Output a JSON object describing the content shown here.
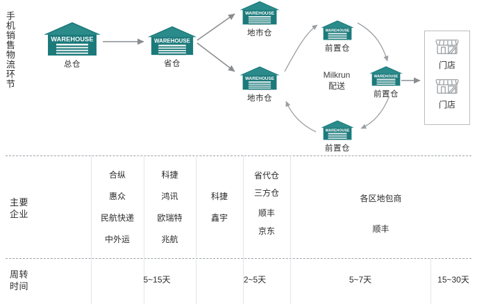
{
  "diagram": {
    "side_label": "手机销售物流环节",
    "center_text_line1": "Milkrun",
    "center_text_line2": "配送",
    "nodes": [
      {
        "id": "central-warehouse",
        "icon": "warehouse-icon",
        "badge": "WAREHOUSE",
        "label": "总仓"
      },
      {
        "id": "province-warehouse",
        "icon": "warehouse-icon",
        "badge": "WAREHOUSE",
        "label": "省仓"
      },
      {
        "id": "city-warehouse-top",
        "icon": "warehouse-icon",
        "badge": "WAREHOUSE",
        "label": "地市仓"
      },
      {
        "id": "city-warehouse-bottom",
        "icon": "warehouse-icon",
        "badge": "WAREHOUSE",
        "label": "地市仓"
      },
      {
        "id": "front-warehouse-top",
        "icon": "warehouse-icon",
        "badge": "WAREHOUSE",
        "label": "前置仓"
      },
      {
        "id": "front-warehouse-right",
        "icon": "warehouse-icon",
        "badge": "WAREHOUSE",
        "label": "前置仓"
      },
      {
        "id": "front-warehouse-bottom",
        "icon": "warehouse-icon",
        "badge": "WAREHOUSE",
        "label": "前置仓"
      }
    ],
    "stores": [
      {
        "id": "store-1",
        "icon": "storefront-icon",
        "label": "门店"
      },
      {
        "id": "store-2",
        "icon": "storefront-icon",
        "label": "门店"
      }
    ]
  },
  "table": {
    "rows": [
      {
        "id": "main-companies",
        "label_lines": [
          "主要",
          "企业"
        ],
        "label_vertical": "主要企业",
        "cells": [
          {
            "id": "c1",
            "lines": []
          },
          {
            "id": "c2",
            "lines": [
              "合纵",
              "惠众",
              "民航快递",
              "中外运"
            ]
          },
          {
            "id": "c3",
            "lines": [
              "科捷",
              "鸿讯",
              "欧瑞特",
              "兆航"
            ]
          },
          {
            "id": "c4",
            "lines": [
              "科捷",
              "鑫宇"
            ]
          },
          {
            "id": "c5",
            "lines": [
              "省代仓",
              "三方仓",
              "顺丰",
              "京东"
            ]
          },
          {
            "id": "c6",
            "lines": [
              "各区地包商",
              "顺丰"
            ]
          }
        ]
      },
      {
        "id": "turnover-time",
        "label_lines": [
          "周转",
          "时间"
        ],
        "label_vertical": "周转时间",
        "cells": [
          {
            "id": "t1",
            "lines": []
          },
          {
            "id": "t2",
            "lines": [
              "5~15天"
            ]
          },
          {
            "id": "t3",
            "lines": [
              "2~5天"
            ]
          },
          {
            "id": "t4",
            "lines": [
              "5~7天"
            ]
          },
          {
            "id": "t5",
            "lines": [
              "15~30天"
            ]
          }
        ]
      }
    ]
  },
  "colors": {
    "warehouse_teal": "#1c7a7b",
    "warehouse_teal_dark": "#156164",
    "arrow_gray": "#8a8d90",
    "line_gray": "#9aa0a6",
    "store_gray": "#9a9ea2",
    "text": "#2b2b2b"
  }
}
